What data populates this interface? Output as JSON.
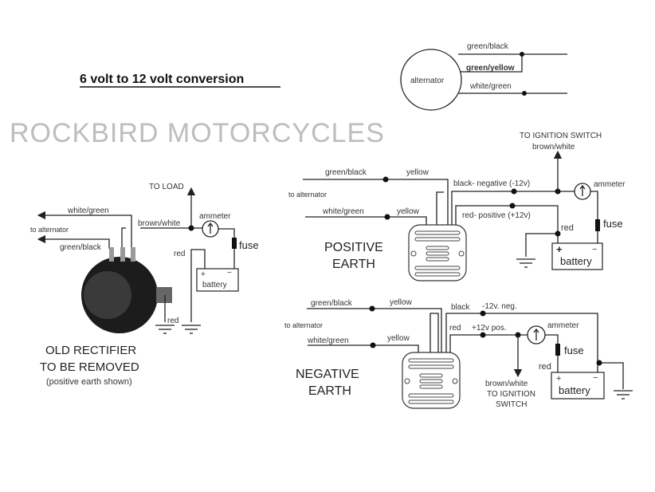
{
  "title": "6 volt to 12 volt conversion",
  "watermark": "ROCKBIRD MOTORCYCLES",
  "alternator": {
    "label": "alternator",
    "wires": [
      "green/black",
      "green/yellow",
      "white/green"
    ]
  },
  "old_rectifier": {
    "white_green": "white/green",
    "to_alternator": "to alternator",
    "green_black": "green/black",
    "to_load": "TO LOAD",
    "brown_white": "brown/white",
    "ammeter": "ammeter",
    "fuse": "fuse",
    "red_top": "red",
    "red_bottom": "red",
    "plus": "+",
    "minus": "−",
    "battery": "battery",
    "caption1": "OLD RECTIFIER",
    "caption2": "TO BE REMOVED",
    "caption3": "(positive earth shown)"
  },
  "positive_earth": {
    "green_black": "green/black",
    "yellow1": "yellow",
    "to_alternator": "to alternator",
    "white_green": "white/green",
    "yellow2": "yellow",
    "to_ignition": "TO IGNITION SWITCH",
    "brown_white": "brown/white",
    "black_neg": "black- negative (-12v)",
    "red_pos": "red- positive (+12v)",
    "ammeter": "ammeter",
    "fuse": "fuse",
    "red": "red",
    "plus": "+",
    "minus": "−",
    "battery": "battery",
    "caption1": "POSITIVE",
    "caption2": "EARTH"
  },
  "negative_earth": {
    "green_black": "green/black",
    "yellow1": "yellow",
    "to_alternator": "to alternator",
    "white_green": "white/green",
    "yellow2": "yellow",
    "black": "black",
    "neg": "-12v. neg.",
    "red_top": "red",
    "pos": "+12v pos.",
    "ammeter": "ammeter",
    "fuse": "fuse",
    "red": "red",
    "plus": "+",
    "minus": "−",
    "battery": "battery",
    "brown_white": "brown/white",
    "to_ignition1": "TO IGNITION",
    "to_ignition2": "SWITCH",
    "caption1": "NEGATIVE",
    "caption2": "EARTH"
  }
}
